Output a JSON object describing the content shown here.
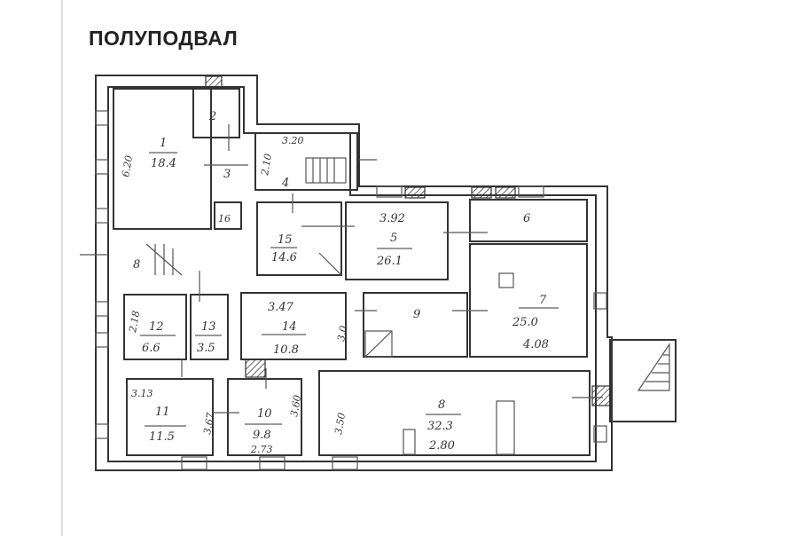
{
  "title": "ПОЛУПОДВАЛ",
  "rooms": {
    "r1": {
      "num": "1",
      "area": "18.4",
      "dim": "6.20"
    },
    "r2": {
      "num": "2"
    },
    "r3": {
      "num": "3"
    },
    "r4": {
      "num": "4",
      "dim_w": "3.20",
      "dim_h": "2.10"
    },
    "r5": {
      "num": "5",
      "area": "26.1",
      "dim": "3.92"
    },
    "r6": {
      "num": "6"
    },
    "r7": {
      "num": "7",
      "area": "25.0",
      "dim": "4.08"
    },
    "r8": {
      "num": "8",
      "area": "32.3",
      "dim": "2.80",
      "dim_h": "3.50"
    },
    "r9": {
      "num": "9"
    },
    "r10": {
      "num": "10",
      "area": "9.8",
      "dim": "2.73",
      "dim_h": "3.60"
    },
    "r11": {
      "num": "11",
      "area": "11.5",
      "dim": "3.13",
      "dim_h": "3.67"
    },
    "r12": {
      "num": "12",
      "area": "6.6",
      "dim": "2.18"
    },
    "r13": {
      "num": "13",
      "area": "3.5"
    },
    "r14": {
      "num": "14",
      "area": "10.8",
      "dim": "3.47",
      "dim_h": "3.0"
    },
    "r15": {
      "num": "15",
      "area": "14.6"
    },
    "r16": {
      "num": "16"
    },
    "r17": {
      "num": "8"
    }
  }
}
